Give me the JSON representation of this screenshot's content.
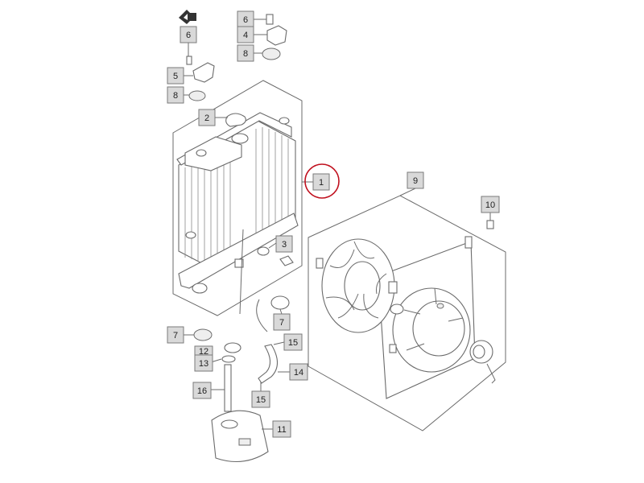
{
  "diagram": {
    "callouts": {
      "c6a": "6",
      "c6b": "6",
      "c4": "4",
      "c8a": "8",
      "c5": "5",
      "c8b": "8",
      "c2": "2",
      "c1": "1",
      "c9": "9",
      "c10": "10",
      "c3": "3",
      "c7a": "7",
      "c7b": "7",
      "c12": "12",
      "c13": "13",
      "c15a": "15",
      "c14": "14",
      "c16": "16",
      "c15b": "15",
      "c11": "11"
    },
    "highlight_color": "#c0101e",
    "line_color": "#6b6b6b",
    "box_color": "#d9d9d9"
  }
}
